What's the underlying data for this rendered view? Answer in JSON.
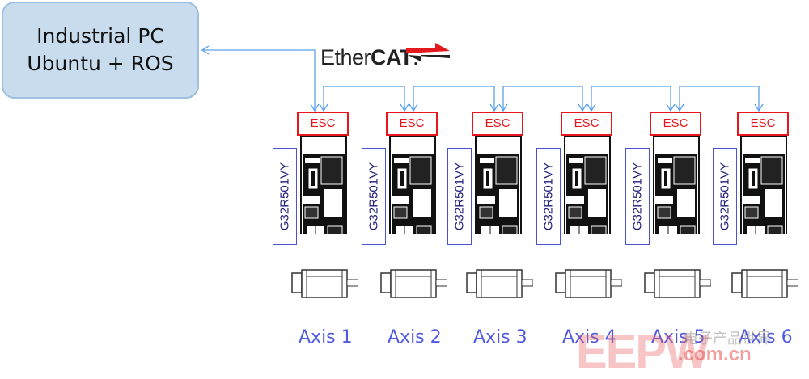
{
  "pc": {
    "line1": "Industrial PC",
    "line2": "Ubuntu + ROS"
  },
  "bus": {
    "logo_prefix": "Ether",
    "logo_bold": "CAT",
    "logo_mark": "."
  },
  "colors": {
    "wire": "#5aa0ea",
    "esc": "#e8151c",
    "model": "#4a52d8",
    "axis": "#5059e0",
    "pc_fill": "#c8dcee"
  },
  "axes": [
    {
      "esc": "ESC",
      "model": "G32R501VY",
      "label": "Axis 1"
    },
    {
      "esc": "ESC",
      "model": "G32R501VY",
      "label": "Axis 2"
    },
    {
      "esc": "ESC",
      "model": "G32R501VY",
      "label": "Axis 3"
    },
    {
      "esc": "ESC",
      "model": "G32R501VY",
      "label": "Axis 4"
    },
    {
      "esc": "ESC",
      "model": "G32R501VY",
      "label": "Axis 5"
    },
    {
      "esc": "ESC",
      "model": "G32R501VY",
      "label": "Axis 6"
    }
  ],
  "watermark": {
    "brand": "EEPW",
    "domain": ".com.cn",
    "chinese": "电子产品世界"
  }
}
